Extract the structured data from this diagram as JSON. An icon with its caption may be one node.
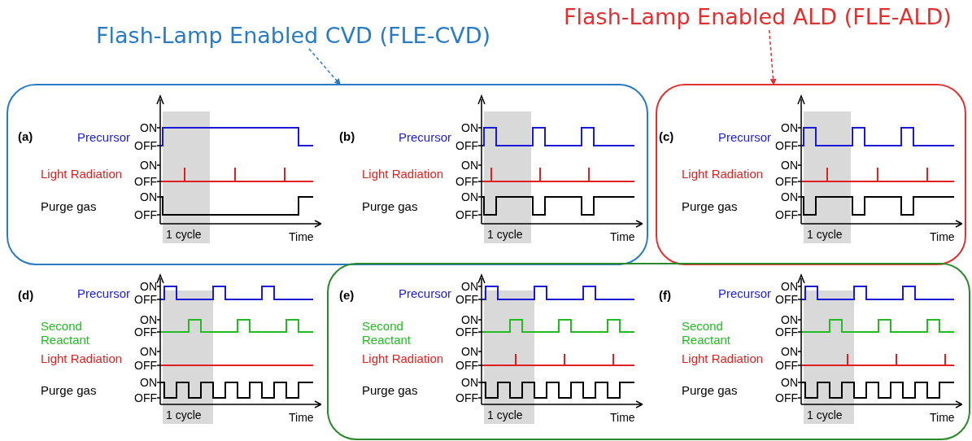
{
  "diagram": {
    "nodes": [
      {
        "text": [
          "Flash-Lamp Enabled CVD (FLE-CVD)"
        ]
      },
      {
        "text": [
          "Flash-Lamp Enabled ALD (FLE-ALD)"
        ]
      },
      {
        "text": [],
        "shape": "box"
      },
      {
        "text": [],
        "shape": "box"
      },
      {
        "text": [],
        "shape": "box"
      }
    ],
    "edges": [
      {
        "from": 0,
        "to": 2,
        "arrow": "to",
        "style": "dashed",
        "color": "#2a7bc4"
      },
      {
        "from": 1,
        "to": 3,
        "arrow": "to",
        "style": "dashed",
        "color": "#e03030"
      }
    ],
    "labels": [
      "(a)",
      "Precursor",
      "ON",
      "OFF",
      "Light Radiation",
      "ON",
      "OFF",
      "Purge gas",
      "ON",
      "OFF",
      "1 cycle",
      "Time",
      "(b)",
      "Precursor",
      "ON",
      "OFF",
      "Light Radiation",
      "ON",
      "OFF",
      "Purge gas",
      "ON",
      "OFF",
      "1 cycle",
      "Time",
      "(c)",
      "Precursor",
      "ON",
      "OFF",
      "Light Radiation",
      "ON",
      "OFF",
      "Purge gas",
      "ON",
      "OFF",
      "1 cycle",
      "Time",
      "(d)",
      "Precursor",
      "ON",
      "OFF",
      "Second Reactant",
      "ON",
      "OFF",
      "Light Radiation",
      "ON",
      "OFF",
      "Purge gas",
      "ON",
      "OFF",
      "1 cycle",
      "Time",
      "(e)",
      "Precursor",
      "ON",
      "OFF",
      "Second Reactant",
      "ON",
      "OFF",
      "Light Radiation",
      "ON",
      "OFF",
      "Purge gas",
      "ON",
      "OFF",
      "1 cycle",
      "Time",
      "(f)",
      "Precursor",
      "ON",
      "OFF",
      "Second Reactant",
      "ON",
      "OFF",
      "Light Radiation",
      "ON",
      "OFF",
      "Purge gas",
      "ON",
      "OFF",
      "1 cycle",
      "Time"
    ]
  }
}
